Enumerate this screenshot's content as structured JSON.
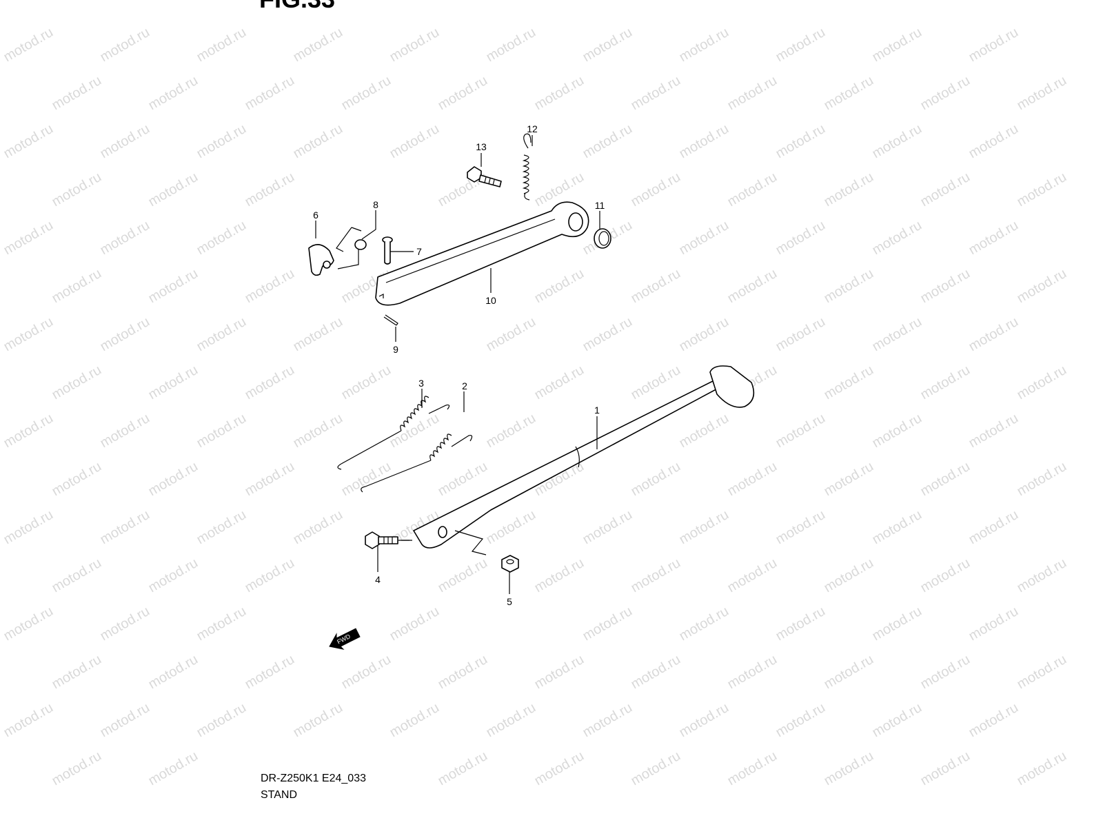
{
  "figure_title": "FIG.33",
  "watermark": "motod.ru",
  "model_code": "DR-Z250K1 E24_033",
  "section_name": "STAND",
  "fwd_arrow_label": "FWD",
  "callouts": [
    "1",
    "2",
    "3",
    "4",
    "5",
    "6",
    "7",
    "8",
    "9",
    "10",
    "11",
    "12",
    "13"
  ]
}
